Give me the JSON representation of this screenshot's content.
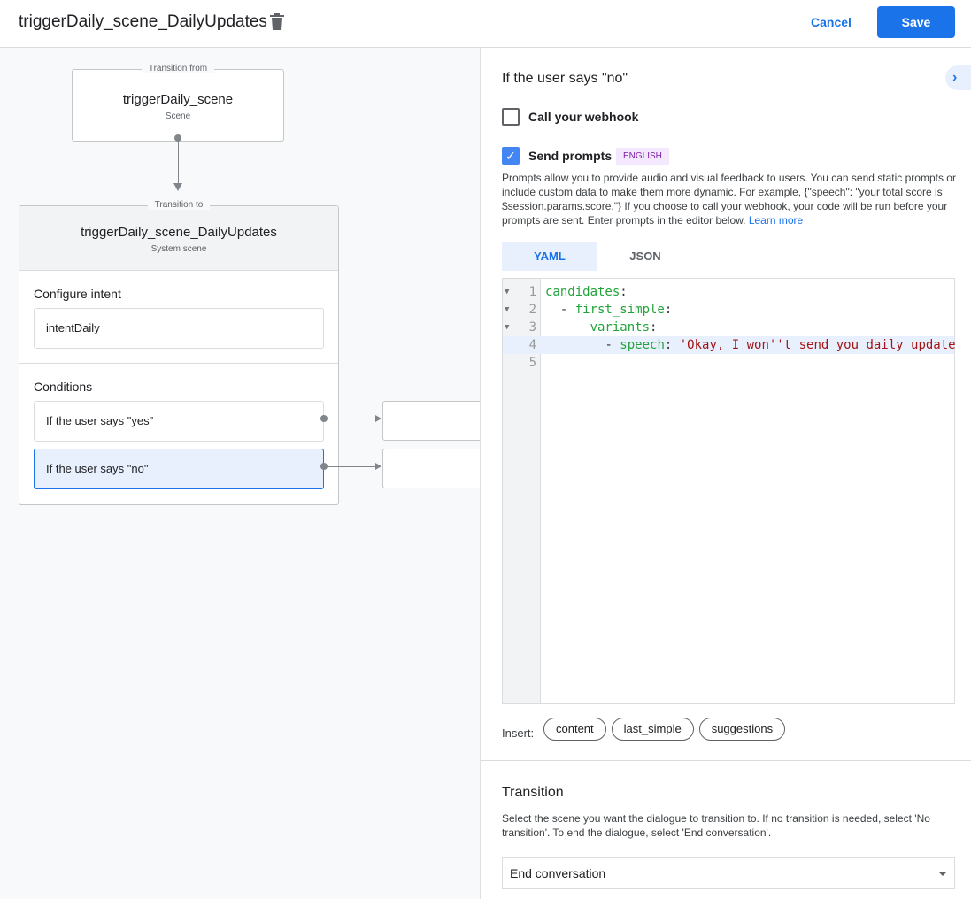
{
  "header": {
    "title": "triggerDaily_scene_DailyUpdates",
    "cancel_label": "Cancel",
    "save_label": "Save"
  },
  "canvas": {
    "from": {
      "legend": "Transition from",
      "name": "triggerDaily_scene",
      "type": "Scene"
    },
    "to": {
      "legend": "Transition to",
      "name": "triggerDaily_scene_DailyUpdates",
      "type": "System scene",
      "intent_heading": "Configure intent",
      "intent": "intentDaily",
      "conditions_heading": "Conditions",
      "conditions": [
        "If the user says \"yes\"",
        "If the user says \"no\""
      ]
    }
  },
  "panel": {
    "heading": "If the user says \"no\"",
    "webhook": {
      "label": "Call your webhook",
      "checked": false
    },
    "prompts": {
      "label": "Send prompts",
      "checked": true,
      "badge": "ENGLISH",
      "description": "Prompts allow you to provide audio and visual feedback to users. You can send static prompts or include custom data to make them more dynamic. For example, {\"speech\": \"your total score is $session.params.score.\"} If you choose to call your webhook, your code will be run before your prompts are sent. Enter prompts in the editor below.",
      "learn_more": "Learn more"
    },
    "tabs": [
      {
        "label": "YAML",
        "active": true
      },
      {
        "label": "JSON",
        "active": false
      }
    ],
    "editor": {
      "lines": [
        {
          "n": "1",
          "indent": "",
          "dash": "",
          "key": "candidates",
          "str": ""
        },
        {
          "n": "2",
          "indent": "  ",
          "dash": "- ",
          "key": "first_simple",
          "str": ""
        },
        {
          "n": "3",
          "indent": "      ",
          "dash": "",
          "key": "variants",
          "str": ""
        },
        {
          "n": "4",
          "indent": "        ",
          "dash": "- ",
          "key": "speech",
          "str": "'Okay, I won''t send you daily update"
        },
        {
          "n": "5",
          "indent": "",
          "dash": "",
          "key": "",
          "str": ""
        }
      ]
    },
    "insert": {
      "label": "Insert:",
      "chips": [
        "content",
        "last_simple",
        "suggestions"
      ]
    },
    "transition": {
      "heading": "Transition",
      "description": "Select the scene you want the dialogue to transition to. If no transition is needed, select 'No transition'. To end the dialogue, select 'End conversation'.",
      "selected": "End conversation"
    }
  },
  "colors": {
    "accent": "#1a73e8",
    "selected": "#e8f0fe",
    "badge_bg": "#f3e8fd",
    "badge_fg": "#7b1fa2",
    "yaml_key": "#22a33a",
    "yaml_str": "#a31515"
  }
}
